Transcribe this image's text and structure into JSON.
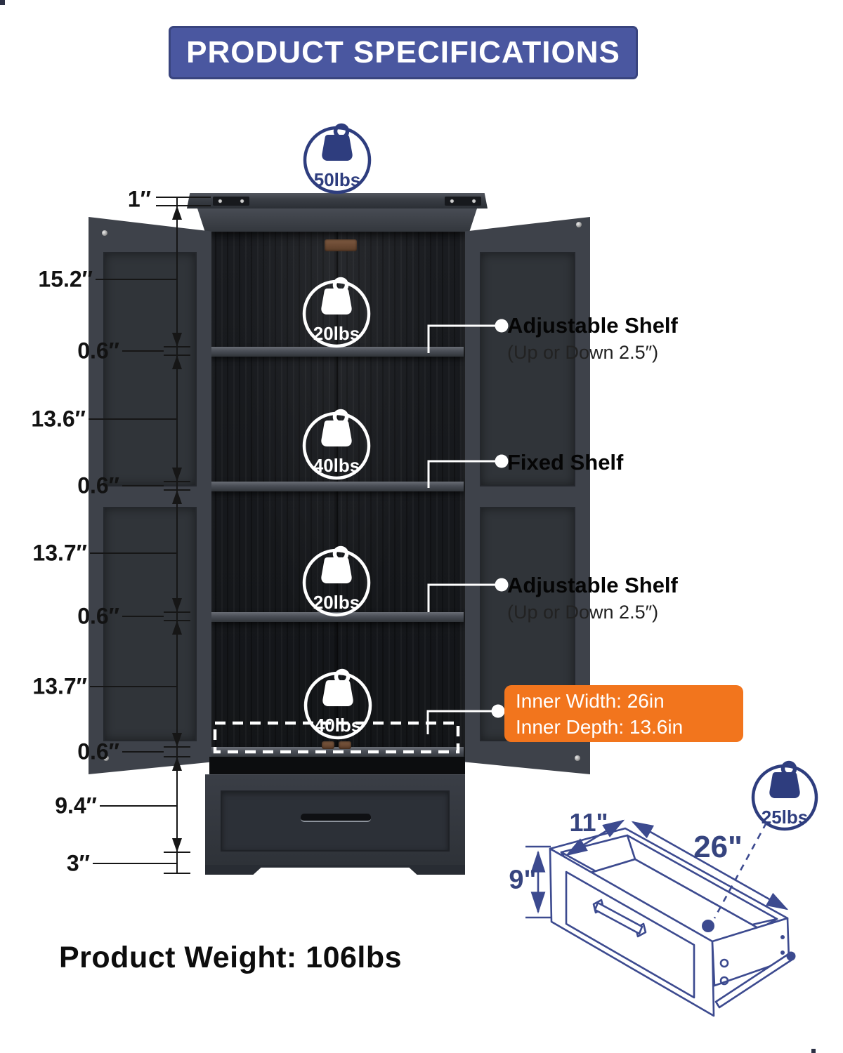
{
  "title": {
    "text": "PRODUCT SPECIFICATIONS"
  },
  "top_capacity": {
    "label": "50lbs"
  },
  "shelf_capacities": [
    {
      "label": "20lbs"
    },
    {
      "label": "40lbs"
    },
    {
      "label": "20lbs"
    },
    {
      "label": "40lbs"
    }
  ],
  "drawer_capacity": {
    "label": "25lbs"
  },
  "left_dimensions": [
    {
      "label": "1″"
    },
    {
      "label": "15.2″"
    },
    {
      "label": "0.6″"
    },
    {
      "label": "13.6″"
    },
    {
      "label": "0.6″"
    },
    {
      "label": "13.7″"
    },
    {
      "label": "0.6″"
    },
    {
      "label": "13.7″"
    },
    {
      "label": "0.6″"
    },
    {
      "label": "9.4″"
    },
    {
      "label": "3″"
    }
  ],
  "shelf_annotations": [
    {
      "title": "Adjustable Shelf",
      "subtitle": "(Up or Down 2.5″)"
    },
    {
      "title": "Fixed Shelf",
      "subtitle": ""
    },
    {
      "title": "Adjustable Shelf",
      "subtitle": "(Up or Down 2.5″)"
    }
  ],
  "inner_dimensions_callout": {
    "line1": "Inner Width: 26in",
    "line2": "Inner Depth: 13.6in"
  },
  "drawer_diagram": {
    "depth_label": "11\"",
    "length_label": "26\"",
    "height_label": "9\""
  },
  "footer": {
    "product_weight": "Product Weight: 106lbs"
  },
  "colors": {
    "banner_blue": "#4a57a0",
    "icon_navy": "#2e3d7e",
    "line_navy": "#3c4a8f",
    "callout_orange": "#f2751d",
    "dimension_black": "#161616"
  }
}
